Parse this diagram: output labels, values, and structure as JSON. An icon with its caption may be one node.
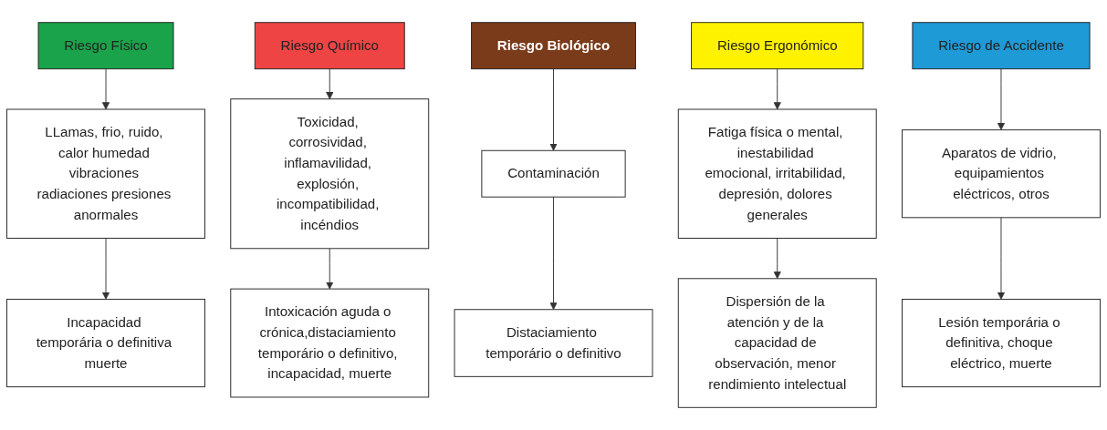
{
  "diagram": {
    "nodes": [
      {
        "text": [
          "Riesgo Físico"
        ]
      },
      {
        "text": [
          "Riesgo Químico"
        ]
      },
      {
        "text": [
          "Riesgo Biológico"
        ]
      },
      {
        "text": [
          "Riesgo Ergonómico"
        ]
      },
      {
        "text": [
          "Riesgo de Accidente"
        ]
      },
      {
        "text": [
          "LLamas, frio, ruido, calor humedad vibraciones radiaciones presiones anormales"
        ]
      },
      {
        "text": [
          "Toxicidad, corrosividad, inflamavilidad, explosión, incompatibilidad, incéndios"
        ]
      },
      {
        "text": [
          "Contaminación"
        ]
      },
      {
        "text": [
          "Fatiga física o mental, inestabilidad emocional, irritabilidad, depresión, dolores generales"
        ]
      },
      {
        "text": [
          "Aparatos de vidrio, equipamientos eléctricos, otros"
        ]
      },
      {
        "text": [
          "Incapacidad temporária o definitiva muerte"
        ]
      },
      {
        "text": [
          "Intoxicación aguda o crónica,distaciamiento temporário o definitivo, incapacidad, muerte"
        ]
      },
      {
        "text": [
          "Distaciamiento temporário o definitivo"
        ]
      },
      {
        "text": [
          "Dispersión de la atención y de la capacidad de observación, menor rendimiento intelectual"
        ]
      },
      {
        "text": [
          "Lesión temporária o definitiva, choque eléctrico, muerte"
        ]
      }
    ],
    "edges": [
      {
        "from": 0,
        "to": 5,
        "arrow": "to"
      },
      {
        "from": 5,
        "to": 10,
        "arrow": "to"
      },
      {
        "from": 1,
        "to": 6,
        "arrow": "to"
      },
      {
        "from": 6,
        "to": 11,
        "arrow": "to"
      },
      {
        "from": 2,
        "to": 7,
        "arrow": "to"
      },
      {
        "from": 7,
        "to": 12,
        "arrow": "to"
      },
      {
        "from": 3,
        "to": 8,
        "arrow": "to"
      },
      {
        "from": 8,
        "to": 13,
        "arrow": "to"
      },
      {
        "from": 4,
        "to": 9,
        "arrow": "to"
      },
      {
        "from": 9,
        "to": 14,
        "arrow": "to"
      }
    ]
  }
}
